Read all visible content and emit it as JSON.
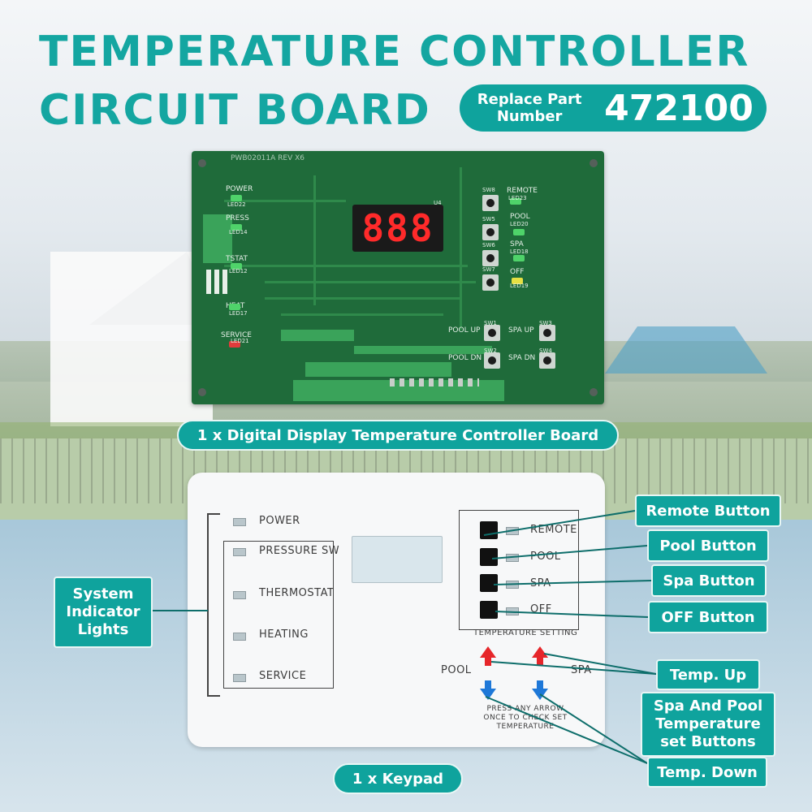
{
  "header": {
    "title_line1": "TEMPERATURE CONTROLLER",
    "title_line2": "CIRCUIT BOARD",
    "part_label": "Replace Part Number",
    "part_number": "472100"
  },
  "board": {
    "caption": "1 x Digital Display Temperature Controller Board",
    "silkscreen": "PWB02011A REV X6",
    "display": "888",
    "labels": {
      "power": "POWER",
      "led22": "LED22",
      "press": "PRESS",
      "led14": "LED14",
      "tstat": "TSTAT",
      "led12": "LED12",
      "heat": "HEAT",
      "led17": "LED17",
      "service": "SERVICE",
      "led21": "LED21",
      "remote": "REMOTE",
      "led23": "LED23",
      "pool": "POOL",
      "led20": "LED20",
      "spa": "SPA",
      "led18": "LED18",
      "off": "OFF",
      "led19": "LED19",
      "pool_up": "POOL UP",
      "pool_dn": "POOL DN",
      "spa_up": "SPA UP",
      "spa_dn": "SPA DN",
      "u4": "U4",
      "sw8": "SW8",
      "sw5": "SW5",
      "sw6": "SW6",
      "sw7": "SW7",
      "sw1": "SW1",
      "sw2": "SW2",
      "sw3": "SW3",
      "sw4": "SW4"
    }
  },
  "keypad": {
    "caption": "1 x Keypad",
    "indicators": [
      "POWER",
      "PRESSURE SW",
      "THERMOSTAT",
      "HEATING",
      "SERVICE"
    ],
    "modes": [
      "REMOTE",
      "POOL",
      "SPA",
      "OFF"
    ],
    "temp_setting": "TEMPERATURE  SETTING",
    "pool_label": "POOL",
    "spa_label": "SPA",
    "instruction": "PRESS ANY ARROW ONCE TO CHECK SET TEMPERATURE"
  },
  "callouts": {
    "system_indicator": "System Indicator Lights",
    "remote": "Remote Button",
    "pool": "Pool Button",
    "spa": "Spa Button",
    "off": "OFF Button",
    "temp_up": "Temp. Up",
    "set_buttons": "Spa And Pool Temperature set Buttons",
    "temp_down": "Temp. Down"
  },
  "colors": {
    "accent": "#0fa39d",
    "title": "#14a6a1",
    "board_green": "#1f6b3a",
    "display_red": "#ff2a2a",
    "arrow_up": "#e6262a",
    "arrow_down": "#1e78d8"
  }
}
